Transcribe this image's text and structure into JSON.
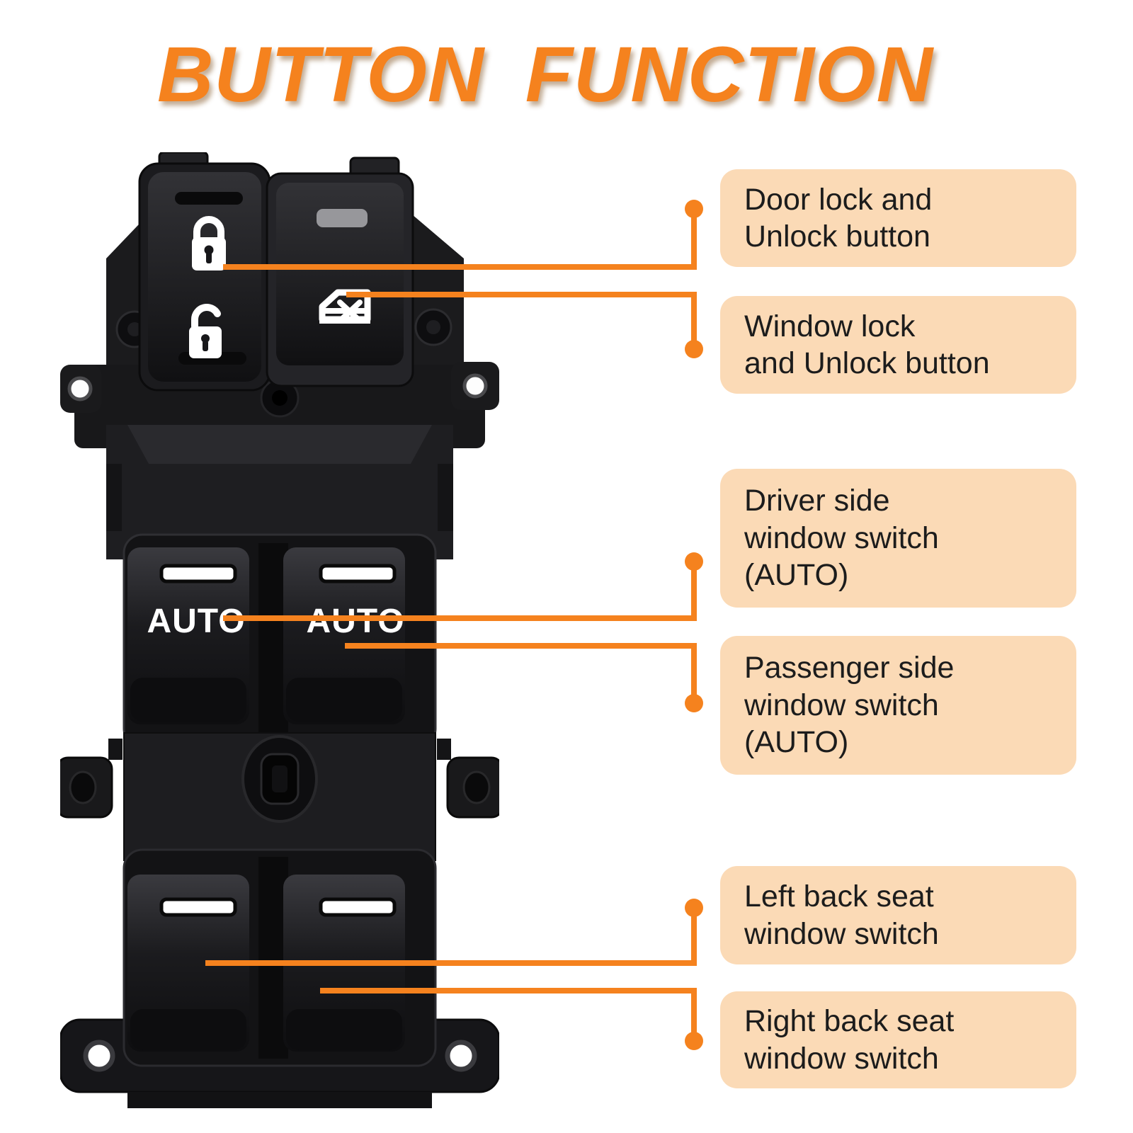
{
  "title": "BUTTON FUNCTION",
  "colors": {
    "accent_orange": "#F5821E",
    "callout_bg": "#FBDAB6",
    "callout_text": "#1C1C1C",
    "product_black": "#161618",
    "background": "#FFFFFF"
  },
  "product": {
    "name": "power-window-master-switch",
    "auto_label": "AUTO",
    "icons": [
      "lock-closed-icon",
      "lock-open-icon",
      "window-lock-icon"
    ]
  },
  "callouts": [
    {
      "id": "door-lock",
      "text": "Door lock and\nUnlock button"
    },
    {
      "id": "window-lock",
      "text": "Window lock\nand Unlock button"
    },
    {
      "id": "driver-window",
      "text": "Driver side\nwindow switch\n(AUTO)"
    },
    {
      "id": "passenger-window",
      "text": "Passenger side\nwindow switch\n(AUTO)"
    },
    {
      "id": "left-back",
      "text": "Left back seat\nwindow switch"
    },
    {
      "id": "right-back",
      "text": "Right back seat\nwindow switch"
    }
  ]
}
